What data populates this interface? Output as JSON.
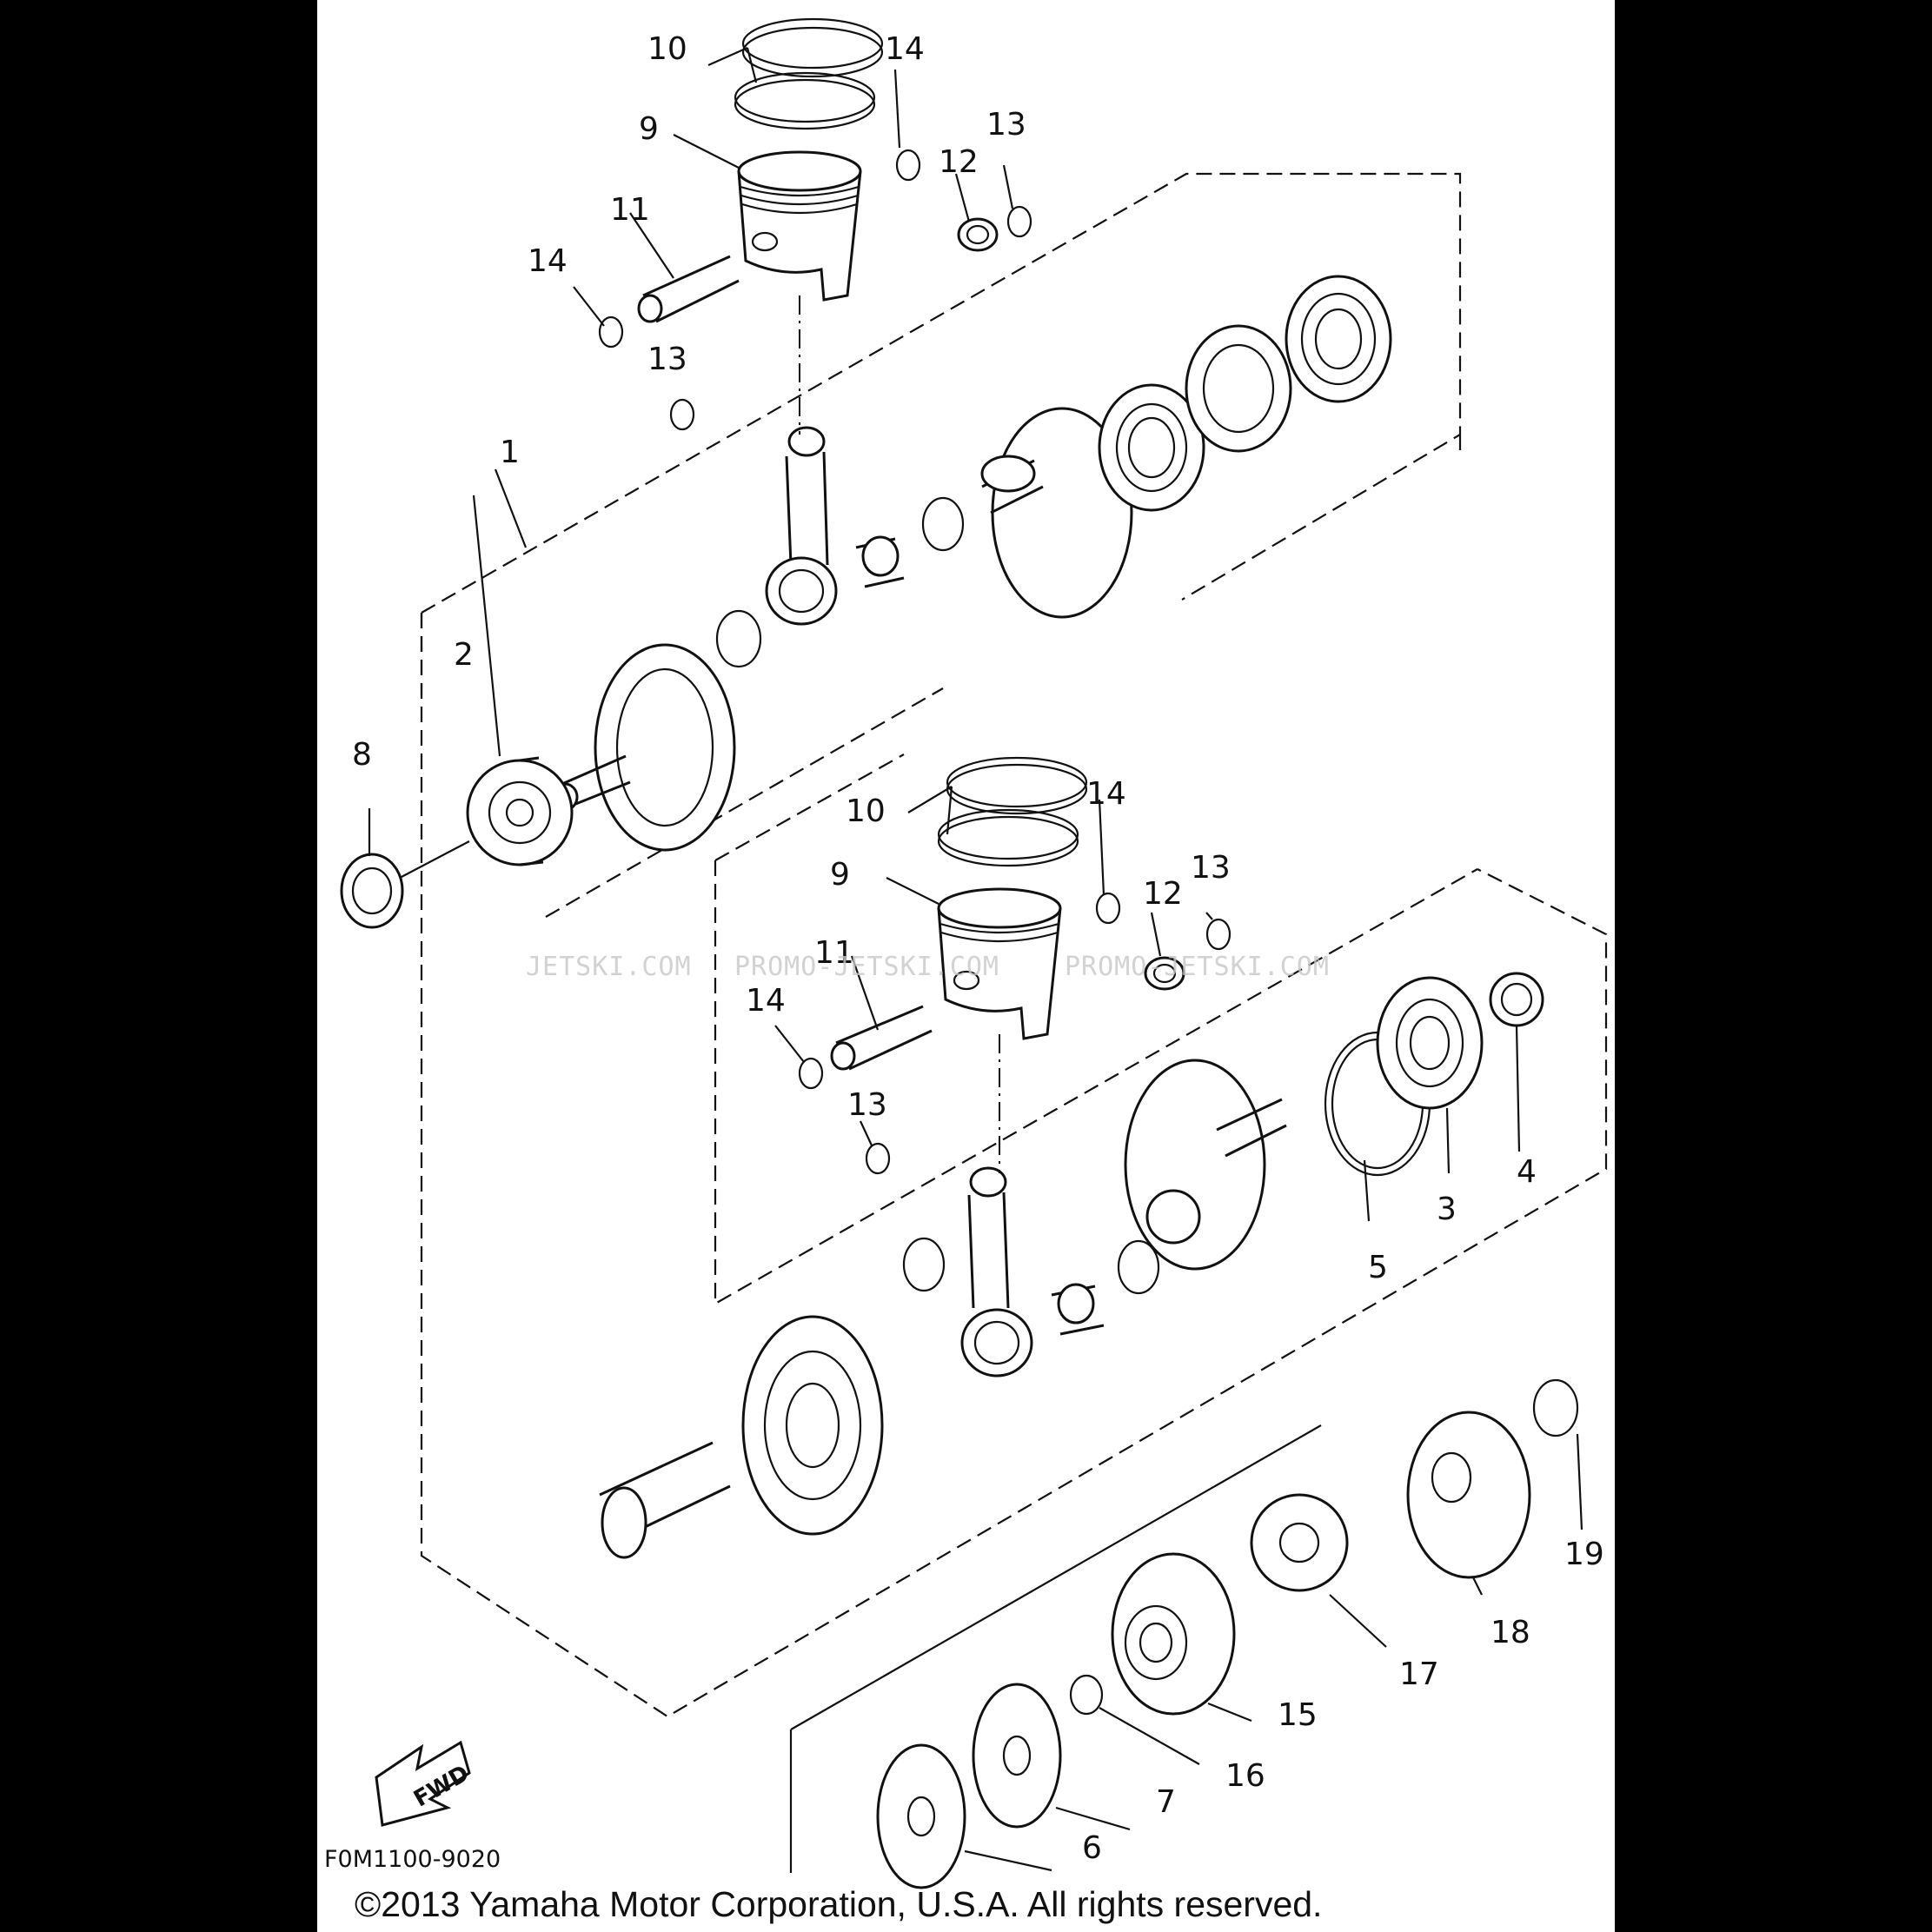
{
  "diagram": {
    "callouts": {
      "c1": "1",
      "c2": "2",
      "c3": "3",
      "c4": "4",
      "c5": "5",
      "c6": "6",
      "c7": "7",
      "c8": "8",
      "c9a": "9",
      "c9b": "9",
      "c10a": "10",
      "c10b": "10",
      "c11a": "11",
      "c11b": "11",
      "c12a": "12",
      "c12b": "12",
      "c13a": "13",
      "c13b": "13",
      "c13c": "13",
      "c13d": "13",
      "c14a": "14",
      "c14b": "14",
      "c14c": "14",
      "c14d": "14",
      "c15": "15",
      "c16": "16",
      "c17": "17",
      "c18": "18",
      "c19": "19"
    },
    "fwd_label": "FWD",
    "figure_code": "F0M1100-9020",
    "copyright": "©2013 Yamaha Motor Corporation, U.S.A. All rights reserved.",
    "watermark": {
      "w1": "JETSKI.COM",
      "w2": "PROMO-JETSKI.COM",
      "w3": "PROMO-JETSKI.COM"
    }
  },
  "colors": {
    "ink": "#111111",
    "paper": "#ffffff",
    "margin": "#000000",
    "watermark": "#c8c8c8"
  }
}
